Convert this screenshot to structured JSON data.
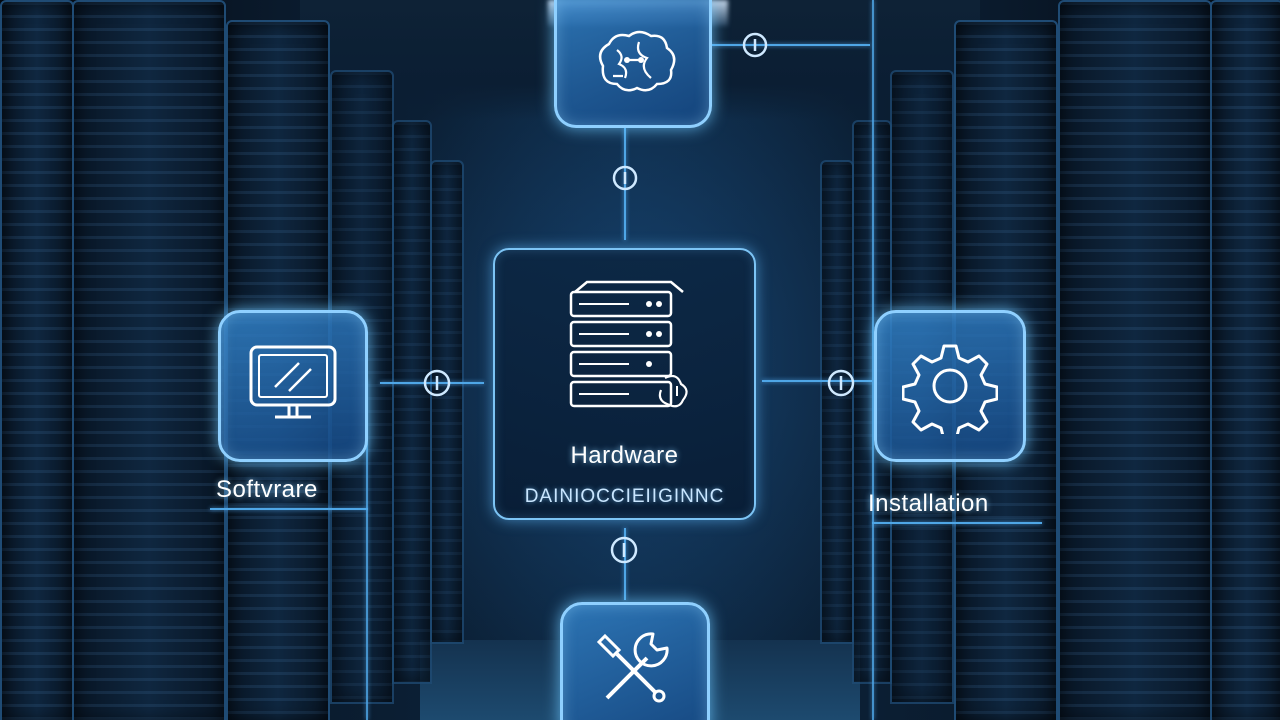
{
  "nodes": {
    "hardware": {
      "title": "Hardware",
      "subtitle": "DAINIOCCIEIIGINNC",
      "icon": "server-rack-icon"
    },
    "software": {
      "label": "Softvrare",
      "icon": "monitor-icon"
    },
    "installation": {
      "label": "Installation",
      "icon": "gear-icon"
    },
    "top": {
      "icon": "brain-circuit-icon"
    },
    "bottom": {
      "icon": "tools-icon"
    }
  },
  "colors": {
    "accent": "#8fd0ff",
    "node_fill": "#2a78c0",
    "background": "#050b14"
  }
}
